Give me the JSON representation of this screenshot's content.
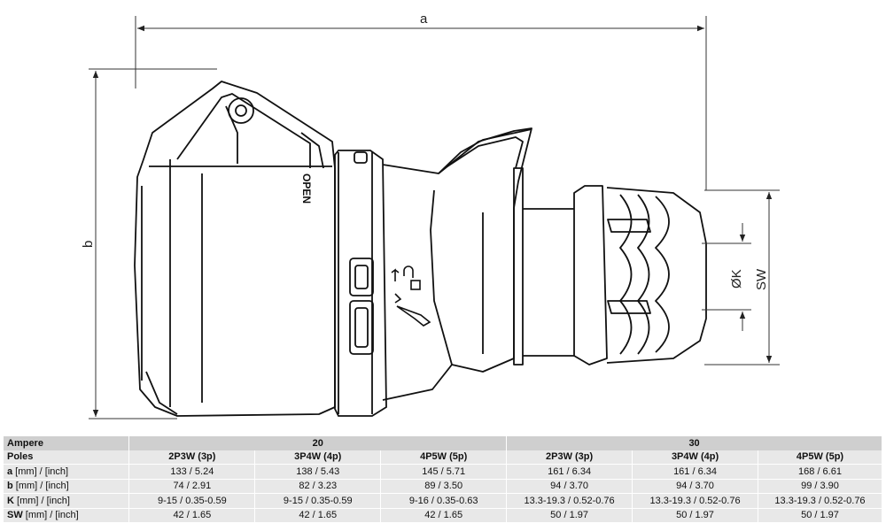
{
  "drawing": {
    "dimension_labels": {
      "a": "a",
      "b": "b",
      "diameter": "ØK",
      "sw": "SW"
    },
    "cover_text": "OPEN"
  },
  "table": {
    "header_label": "Ampere",
    "amperes": [
      "20",
      "30"
    ],
    "poles_label": "Poles",
    "poles": [
      "2P3W (3p)",
      "3P4W (4p)",
      "4P5W (5p)",
      "2P3W (3p)",
      "3P4W (4p)",
      "4P5W (5p)"
    ],
    "rows": [
      {
        "key": "a",
        "unit": " [mm] / [inch]",
        "values": [
          "133 / 5.24",
          "138 / 5.43",
          "145 / 5.71",
          "161 / 6.34",
          "161 / 6.34",
          "168 / 6.61"
        ]
      },
      {
        "key": "b",
        "unit": " [mm] / [inch]",
        "values": [
          "74 / 2.91",
          "82 / 3.23",
          "89 / 3.50",
          "94 / 3.70",
          "94 / 3.70",
          "99 / 3.90"
        ]
      },
      {
        "key": "K",
        "unit": " [mm] / [inch]",
        "values": [
          "9-15 / 0.35-0.59",
          "9-15 / 0.35-0.59",
          "9-16 / 0.35-0.63",
          "13.3-19.3 / 0.52-0.76",
          "13.3-19.3 / 0.52-0.76",
          "13.3-19.3 / 0.52-0.76"
        ]
      },
      {
        "key": "SW",
        "unit": " [mm] / [inch]",
        "values": [
          "42 / 1.65",
          "42 / 1.65",
          "42 / 1.65",
          "50 / 1.97",
          "50 / 1.97",
          "50 / 1.97"
        ]
      }
    ]
  }
}
